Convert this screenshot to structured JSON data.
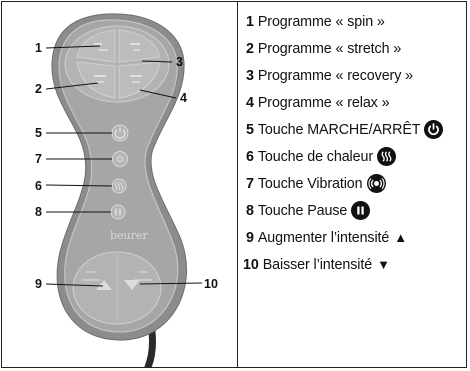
{
  "callouts": [
    "1",
    "2",
    "3",
    "4",
    "5",
    "7",
    "6",
    "8",
    "9",
    "10"
  ],
  "device": {
    "brand": "beurer"
  },
  "legend": [
    {
      "num": "1",
      "text": "Programme « spin »"
    },
    {
      "num": "2",
      "text": "Programme « stretch »"
    },
    {
      "num": "3",
      "text": "Programme « recovery »"
    },
    {
      "num": "4",
      "text": "Programme « relax »"
    },
    {
      "num": "5",
      "text": "Touche MARCHE/ARRÊT",
      "icon": "power-icon"
    },
    {
      "num": "6",
      "text": "Touche de chaleur",
      "icon": "heat-icon"
    },
    {
      "num": "7",
      "text": "Touche Vibration",
      "icon": "vibration-icon"
    },
    {
      "num": "8",
      "text": "Touche Pause",
      "icon": "pause-icon"
    },
    {
      "num": "9",
      "text": "Augmenter l’intensité",
      "symbol": "▲"
    },
    {
      "num": "10",
      "text": "Baisser l’intensité",
      "symbol": "▼"
    }
  ],
  "colors": {
    "icon_fill": "#111111",
    "remote_body": "#8a8a8a",
    "remote_face": "#a9a9a9",
    "remote_rim": "#c9c9c9"
  }
}
